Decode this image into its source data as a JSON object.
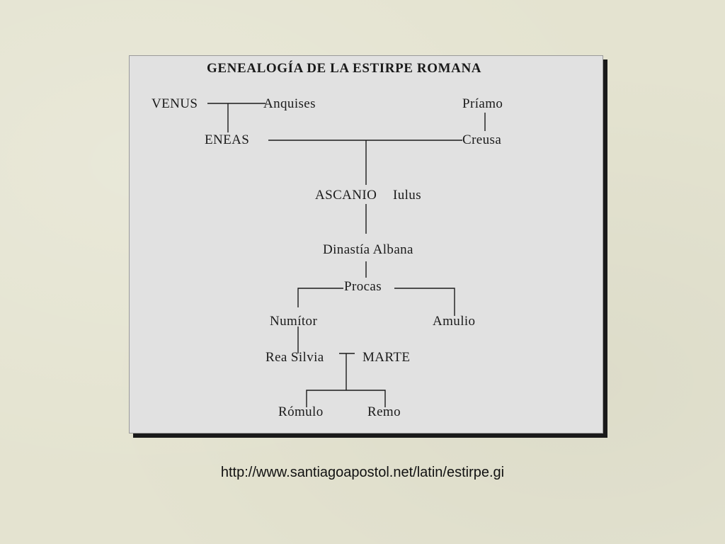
{
  "diagram": {
    "title": "GENEALOGÍA DE LA ESTIRPE ROMANA",
    "nodes": {
      "venus": "VENUS",
      "anquises": "Anquises",
      "priamo": "Príamo",
      "eneas": "ENEAS",
      "creusa": "Creusa",
      "ascanio": "ASCANIO",
      "iulus": "Iulus",
      "dinastia_albana": "Dinastía Albana",
      "procas": "Procas",
      "numitor": "Numítor",
      "amulio": "Amulio",
      "rea_silvia": "Rea Silvia",
      "marte": "MARTE",
      "romulo": "Rómulo",
      "remo": "Remo"
    }
  },
  "source": {
    "url": "http://www.santiagoapostol.net/latin/estirpe.gi"
  }
}
